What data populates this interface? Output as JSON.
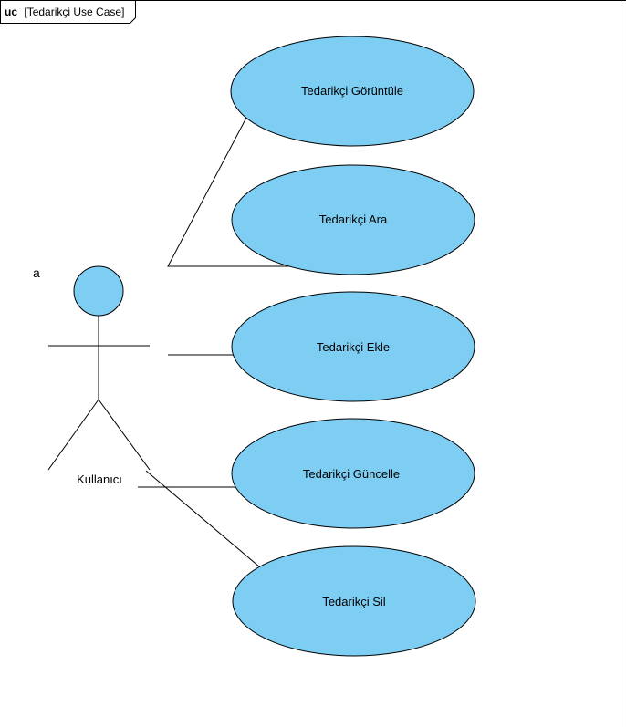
{
  "frame": {
    "keyword": "uc",
    "name": "[Tedarikçi Use Case]"
  },
  "colors": {
    "use_case_fill": "#7ecef4",
    "actor_fill": "#7ecef4",
    "stroke": "#000000",
    "background": "#ffffff"
  },
  "actor": {
    "name": "Kullanıcı",
    "note": "a"
  },
  "use_cases": [
    {
      "label": "Tedarikçi Görüntüle"
    },
    {
      "label": "Tedarikçi Ara"
    },
    {
      "label": "Tedarikçi Ekle"
    },
    {
      "label": "Tedarikçi Güncelle"
    },
    {
      "label": "Tedarikçi Sil"
    }
  ]
}
